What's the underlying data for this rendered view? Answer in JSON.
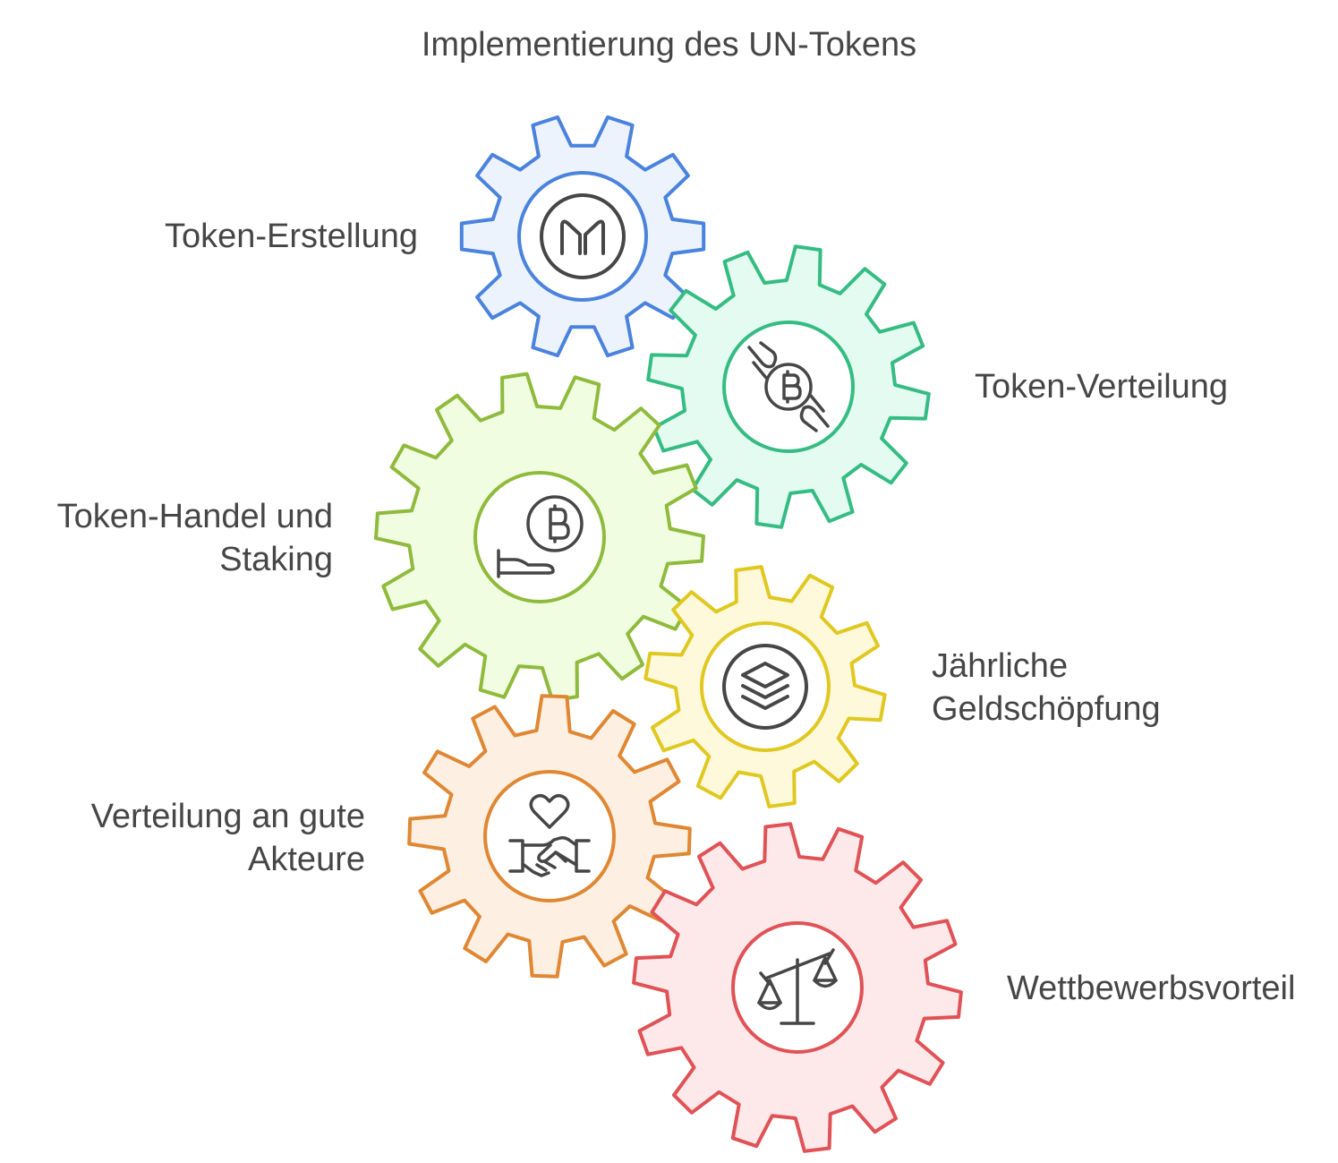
{
  "title": "Implementierung des UN-Tokens",
  "gears": [
    {
      "id": "erstellung",
      "label_lines": [
        "Token-Erstellung"
      ],
      "icon": "maker-logo-icon",
      "stroke": "#4a83dd",
      "fill": "#edf3fd"
    },
    {
      "id": "verteilung",
      "label_lines": [
        "Token-Verteilung"
      ],
      "icon": "bitcoin-handover-icon",
      "stroke": "#35bc82",
      "fill": "#e3fbf0"
    },
    {
      "id": "handel",
      "label_lines": [
        "Token-Handel und",
        "Staking"
      ],
      "icon": "bitcoin-hand-icon",
      "stroke": "#8fbb3c",
      "fill": "#f1fde1"
    },
    {
      "id": "geldschoepfung",
      "label_lines": [
        "Jährliche",
        "Geldschöpfung"
      ],
      "icon": "layers-icon",
      "stroke": "#e0c820",
      "fill": "#fff9dc"
    },
    {
      "id": "gute-akteure",
      "label_lines": [
        "Verteilung an gute",
        "Akteure"
      ],
      "icon": "heart-handshake-icon",
      "stroke": "#e08733",
      "fill": "#fdf0e2"
    },
    {
      "id": "wettbewerb",
      "label_lines": [
        "Wettbewerbsvorteil"
      ],
      "icon": "scales-icon",
      "stroke": "#e05256",
      "fill": "#fde9ea"
    }
  ]
}
